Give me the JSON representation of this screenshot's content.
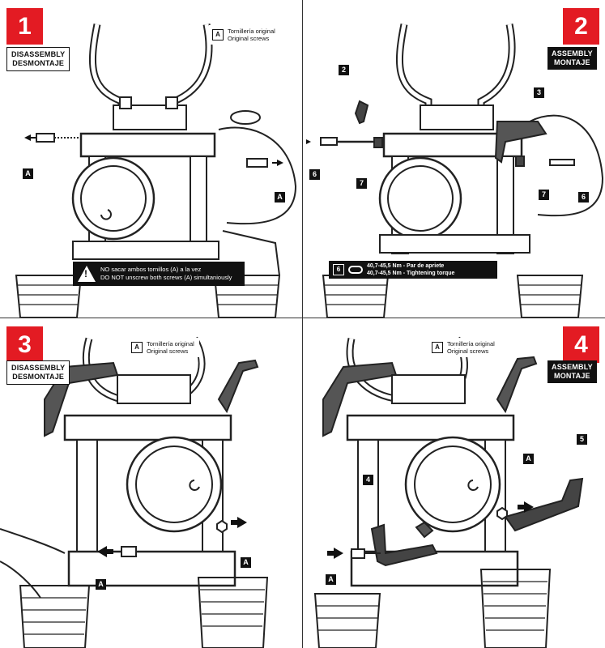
{
  "panels": [
    {
      "step": "1",
      "tag": [
        "DISASSEMBLY",
        "DESMONTAJE"
      ],
      "legend": {
        "key": "A",
        "line1": "Tornillería original",
        "line2": "Original screws"
      },
      "callouts": [
        "A",
        "A"
      ],
      "warning": {
        "line1": "NO sacar ambos tornillos (A) a la vez",
        "line2": "DO NOT unscrew both screws (A) simultaniously"
      }
    },
    {
      "step": "2",
      "tag": [
        "ASSEMBLY",
        "MONTAJE"
      ],
      "callouts": [
        "2",
        "3",
        "6",
        "7",
        "7",
        "6"
      ],
      "torque": {
        "key": "6",
        "line1": "40,7-45,5 Nm - Par de apriete",
        "line2": "40,7-45,5 Nm - Tightening torque"
      }
    },
    {
      "step": "3",
      "tag": [
        "DISASSEMBLY",
        "DESMONTAJE"
      ],
      "legend": {
        "key": "A",
        "line1": "Tornillería original",
        "line2": "Original screws"
      },
      "callouts": [
        "A",
        "A"
      ]
    },
    {
      "step": "4",
      "tag": [
        "ASSEMBLY",
        "MONTAJE"
      ],
      "legend": {
        "key": "A",
        "line1": "Tornillería original",
        "line2": "Original screws"
      },
      "callouts": [
        "5",
        "A",
        "4",
        "A"
      ]
    }
  ]
}
